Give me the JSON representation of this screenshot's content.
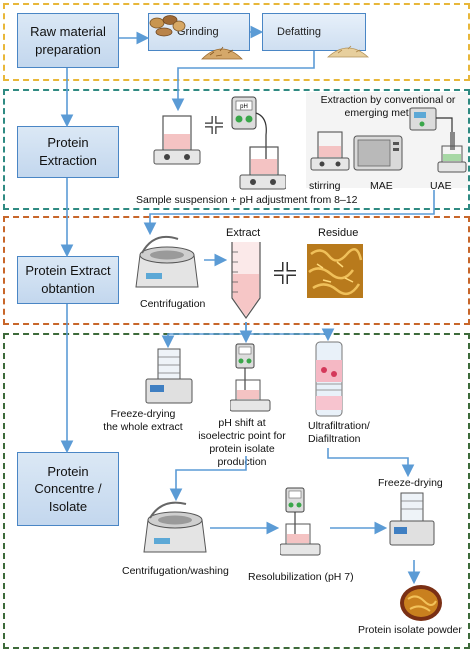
{
  "stages": {
    "raw": "Raw material preparation",
    "extraction": "Protein Extraction",
    "extract_obtention": "Protein Extract obtantion",
    "concentrate": "Protein Concentre / Isolate"
  },
  "raw_prep": {
    "grinding": "Grinding",
    "defatting": "Defatting"
  },
  "extraction": {
    "methods_title": "Extraction by conventional or emerging methods",
    "stirring": "stirring",
    "mae": "MAE",
    "uae": "UAE",
    "suspension": "Sample suspension + pH adjustment  from 8–12"
  },
  "obtention": {
    "extract": "Extract",
    "residue": "Residue",
    "centrifugation": "Centrifugation"
  },
  "concentrate": {
    "freeze_whole": "Freeze-drying the whole extract",
    "ph_shift": "pH shift at isoelectric point for protein isolate production",
    "ultrafiltration": "Ultrafiltration/ Diafiltration",
    "freeze_drying": "Freeze-drying",
    "centrifugation_washing": "Centrifugation/washing",
    "resolubilization": "Resolubilization (pH 7)",
    "powder": "Protein isolate powder"
  },
  "colors": {
    "raw_border": "#e8b73a",
    "extraction_border": "#2f8a82",
    "obtention_border": "#c8662a",
    "concentrate_border": "#3d6a3a",
    "arrow": "#5b9bd5",
    "stage_fill": "#cfdff1"
  }
}
